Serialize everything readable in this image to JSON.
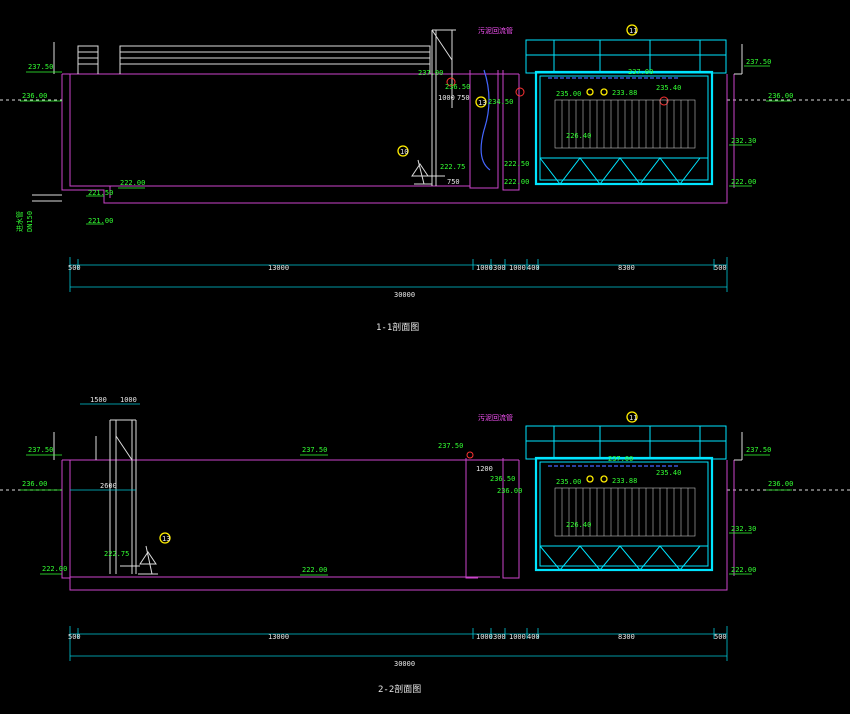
{
  "section1": {
    "title": "1-1剖面图",
    "elevations": {
      "left_top": "237.50",
      "left_ground": "236.00",
      "pipe_top": "221.50",
      "pipe_bottom": "221.00",
      "floor": "222.00",
      "pump": "222.75",
      "weir_top": "237.00",
      "channel": "234.50",
      "chan_floor_a": "222.50",
      "chan_floor_b": "222.00",
      "tank_water": "237.00",
      "tank_top_l": "235.00",
      "tank_top_r": "235.40",
      "tank_mid": "233.88",
      "membrane": "226.40",
      "right_top": "237.50",
      "right_ground": "236.00",
      "right_mid": "232.30",
      "right_floor": "222.00",
      "weir_label": "236.50"
    },
    "labels": {
      "sludge_pipe": "污泥回流管",
      "inlet_pipe_1": "进水管",
      "inlet_pipe_2": "DN150",
      "d1000": "1000",
      "d750a": "750",
      "d750b": "750"
    },
    "callouts": {
      "c1": "11",
      "c2": "13",
      "c3": "10"
    },
    "dims_top": [
      "500",
      "13000",
      "1000",
      "300",
      "1000",
      "400",
      "8300",
      "500"
    ],
    "dim_total": "30000"
  },
  "section2": {
    "title": "2-2剖面图",
    "elevations": {
      "left_top": "237.50",
      "left_ground": "236.00",
      "floor": "222.00",
      "pump": "222.75",
      "water": "237.50",
      "floor_mid": "222.00",
      "weir": "237.50",
      "chan_a": "236.50",
      "chan_b": "236.00",
      "tank_water": "237.00",
      "tank_top_l": "235.00",
      "tank_top_r": "235.40",
      "tank_mid": "233.88",
      "membrane": "226.40",
      "right_top": "237.50",
      "right_ground": "236.00",
      "right_mid": "232.30",
      "right_floor": "222.00"
    },
    "labels": {
      "sludge_pipe": "污泥回流管",
      "d1500": "1500",
      "d1000": "1000",
      "d2600": "2600",
      "d1200": "1200"
    },
    "callouts": {
      "c1": "11",
      "c2": "13"
    },
    "dims_top": [
      "500",
      "13000",
      "1000",
      "300",
      "1000",
      "400",
      "8300",
      "500"
    ],
    "dim_total": "30000"
  }
}
